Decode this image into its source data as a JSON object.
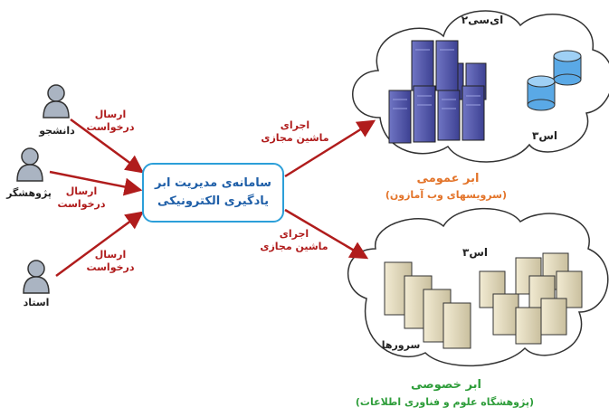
{
  "actors": [
    {
      "name": "دانشجو",
      "request": [
        "ارسال",
        "درخواست"
      ]
    },
    {
      "name": "پژوهشگر",
      "request": [
        "ارسال",
        "درخواست"
      ]
    },
    {
      "name": "استاد",
      "request": [
        "ارسال",
        "درخواست"
      ]
    }
  ],
  "center": {
    "line1": "سامانه‌ی مدیریت ابر",
    "line2": "یادگیری الکترونیکی"
  },
  "vm_label": [
    "اجرای",
    "ماشین مجازی"
  ],
  "public_cloud": {
    "ec2_label": "ای‌سی۲",
    "s3_label": "اس۳",
    "title": "ابر عمومی",
    "subtitle": "(سرویسهای وب آمازون)"
  },
  "private_cloud": {
    "s3_label": "اس۳",
    "servers_label": "سرورها",
    "title": "ابر خصوصی",
    "subtitle": "(پژوهشگاه علوم و فناوری اطلاعات)"
  },
  "colors": {
    "arrow": "#b01c1c",
    "box_border": "#2c9fd9",
    "public_title": "#e3742a",
    "private_title": "#2e9d3a",
    "rack": "#4a4fa6",
    "db": "#5aa9e6"
  }
}
